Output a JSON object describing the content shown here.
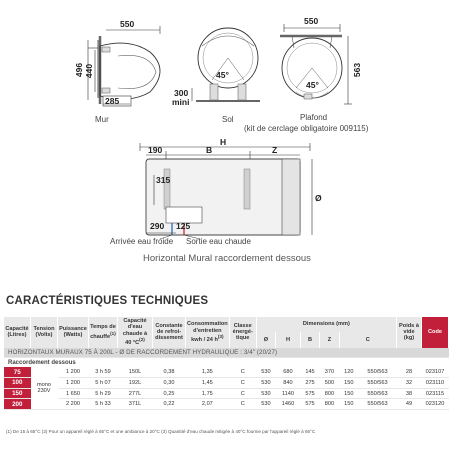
{
  "diagrams": {
    "mur": {
      "width": "550",
      "height_outer": "496",
      "height_inner": "440",
      "depth": "285",
      "label": "Mur"
    },
    "sol": {
      "height": "300",
      "unit": "mini",
      "angle": "45°",
      "label": "Sol"
    },
    "plafond": {
      "width": "550",
      "height": "563",
      "angle": "45°",
      "label": "Plafond",
      "note": "(kit de cerclage obligatoire 009115)"
    },
    "side": {
      "H": "H",
      "B": "B",
      "Z": "Z",
      "dim_190": "190",
      "dim_315": "315",
      "dim_290": "290",
      "dim_125": "125",
      "diameter": "Ø",
      "water_in": "Arrivée eau froide",
      "water_out": "Sortie eau chaude"
    }
  },
  "subtitle": "Horizontal Mural raccordement dessous",
  "section_title": "CARACTÉRISTIQUES TECHNIQUES",
  "table": {
    "headers": {
      "capacite": "Capacité (Litres)",
      "tension": "Tension (Volts)",
      "puissance": "Puissance (Watts)",
      "temps": "Temps de chauffe",
      "temps_sup": "(1)",
      "eau": "Capacité d'eau chaude à 40 °C",
      "eau_sup": "(2)",
      "constante": "Constante de refroi-dissement",
      "consommation": "Consommation d'entretien kwh / 24 h",
      "conso_sup": "(3)",
      "classe": "Classe énergé-tique",
      "dimensions": "Dimensions (mm)",
      "poids": "Poids à vide (kg)",
      "code": "Code"
    },
    "dim_sub": [
      "Ø",
      "H",
      "B",
      "Z",
      "C"
    ],
    "band": "HORIZONTAUX MURAUX 75 À 200L - Ø DE RACCORDEMENT HYDRAULIQUE : 3/4\" (20/27)",
    "sub_label": "Raccordement dessous",
    "tension": "mono 230V",
    "rows": [
      {
        "cap": "75",
        "puiss": "1 200",
        "temps": "3 h 59",
        "eau": "150L",
        "const": "0,38",
        "conso": "1,35",
        "classe": "C",
        "d": "530",
        "h": "680",
        "b": "145",
        "z": "370",
        "c1": "120",
        "c2": "550/563",
        "poids": "28",
        "code": "023107"
      },
      {
        "cap": "100",
        "puiss": "1 200",
        "temps": "5 h 07",
        "eau": "192L",
        "const": "0,30",
        "conso": "1,45",
        "classe": "C",
        "d": "530",
        "h": "840",
        "b": "275",
        "z": "500",
        "c1": "150",
        "c2": "550/563",
        "poids": "32",
        "code": "023110"
      },
      {
        "cap": "150",
        "puiss": "1 650",
        "temps": "5 h 29",
        "eau": "277L",
        "const": "0,25",
        "conso": "1,75",
        "classe": "C",
        "d": "530",
        "h": "1140",
        "b": "575",
        "z": "800",
        "c1": "150",
        "c2": "550/563",
        "poids": "38",
        "code": "023115"
      },
      {
        "cap": "200",
        "puiss": "2 200",
        "temps": "5 h 33",
        "eau": "371L",
        "const": "0,22",
        "conso": "2,07",
        "classe": "C",
        "d": "530",
        "h": "1460",
        "b": "575",
        "z": "800",
        "c1": "150",
        "c2": "550/563",
        "poids": "49",
        "code": "023120"
      }
    ]
  },
  "notes": "(1) De 15 à 65°C (2) Pour un appareil réglé à 65°C et une ambiance à 20°C (3) Quantité d'eau chaude mitigée à 40°C fournie par l'appareil réglé à 65°C"
}
